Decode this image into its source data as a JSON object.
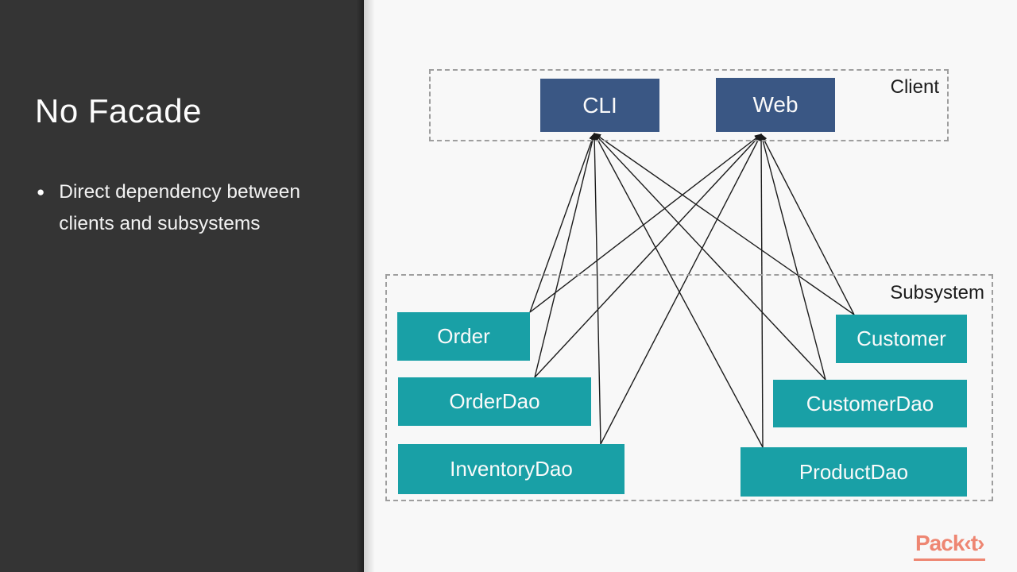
{
  "sidebar": {
    "title": "No Facade",
    "bullet_glyph": "●",
    "bullet": {
      "line1": "Direct dependency between",
      "line2": "clients and subsystems"
    }
  },
  "diagram": {
    "groups": {
      "client": {
        "label": "Client"
      },
      "subsystem": {
        "label": "Subsystem"
      }
    },
    "nodes": {
      "cli": {
        "label": "CLI"
      },
      "web": {
        "label": "Web"
      },
      "order": {
        "label": "Order"
      },
      "orderDao": {
        "label": "OrderDao"
      },
      "inventoryDao": {
        "label": "InventoryDao"
      },
      "customer": {
        "label": "Customer"
      },
      "customerDao": {
        "label": "CustomerDao"
      },
      "productDao": {
        "label": "ProductDao"
      }
    },
    "edges": [
      {
        "from": "CLI",
        "to": "Order"
      },
      {
        "from": "CLI",
        "to": "OrderDao"
      },
      {
        "from": "CLI",
        "to": "InventoryDao"
      },
      {
        "from": "CLI",
        "to": "Customer"
      },
      {
        "from": "CLI",
        "to": "CustomerDao"
      },
      {
        "from": "CLI",
        "to": "ProductDao"
      },
      {
        "from": "Web",
        "to": "Order"
      },
      {
        "from": "Web",
        "to": "OrderDao"
      },
      {
        "from": "Web",
        "to": "InventoryDao"
      },
      {
        "from": "Web",
        "to": "Customer"
      },
      {
        "from": "Web",
        "to": "CustomerDao"
      },
      {
        "from": "Web",
        "to": "ProductDao"
      }
    ],
    "colors": {
      "client_node": "#3a5784",
      "subsystem_node": "#19a0a6",
      "line": "#1b1b1b",
      "dashed_border": "#9e9e9e"
    }
  },
  "footer": {
    "logo_text": "Pack‹t›",
    "logo_color": "#ee8672"
  }
}
